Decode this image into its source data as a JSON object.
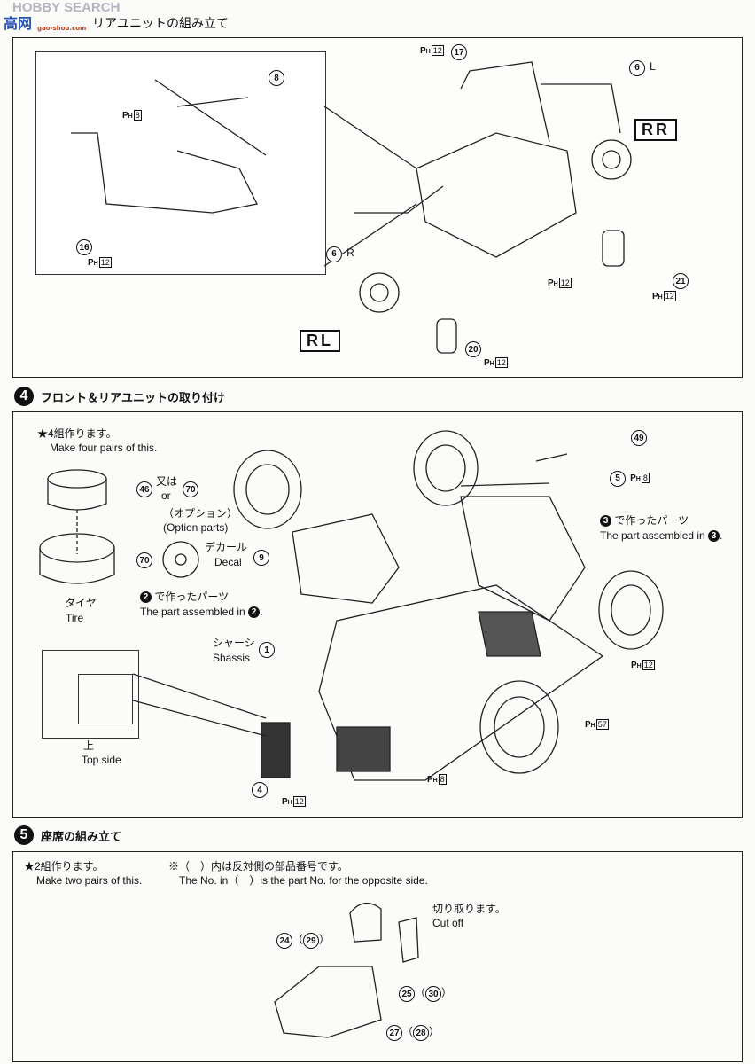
{
  "watermark": {
    "brand": "HOBBY SEARCH",
    "logo": "高网",
    "site": "gao-shou.com"
  },
  "ph": {
    "p": "P",
    "h": "H"
  },
  "step3": {
    "title": "リアユニットの組み立て",
    "labels": {
      "ph12_a": "12",
      "p17": "17",
      "p6l": "6",
      "l": "L",
      "rr": "RR",
      "p8": "8",
      "ph8": "8",
      "p16": "16",
      "ph12_b": "12",
      "p6r": "6",
      "r": "R",
      "ph12_c": "12",
      "p21": "21",
      "ph12_d": "12",
      "rl": "RL",
      "p20": "20",
      "ph12_e": "12"
    }
  },
  "step4": {
    "number": "4",
    "title": "フロント＆リアユニットの取り付け",
    "note_jp": "★4組作ります。",
    "note_en": "Make four pairs of this.",
    "p46": "46",
    "or_jp": "又は",
    "or_en": "or",
    "p70": "70",
    "option_jp": "（オプション）",
    "option_en": "(Option parts)",
    "p70b": "70",
    "decal_jp": "デカール",
    "decal_en": "Decal",
    "p9": "9",
    "tire_jp": "タイヤ",
    "tire_en": "Tire",
    "made2_jp": "で作ったパーツ",
    "made2_en": "The part assembled in",
    "ref2": "2",
    "shassis_jp": "シャーシ",
    "shassis_en": "Shassis",
    "p1": "1",
    "top_jp": "上",
    "top_en": "Top side",
    "p4": "4",
    "ph12_a": "12",
    "ph8": "8",
    "ph57": "57",
    "ph12_b": "12",
    "p49": "49",
    "p5": "5",
    "ph8_b": "8",
    "made3_jp": "で作ったパーツ",
    "made3_en": "The part assembled in",
    "ref3": "3"
  },
  "step5": {
    "number": "5",
    "title": "座席の組み立て",
    "note_jp": "★2組作ります。",
    "note_en": "Make two pairs of this.",
    "note2_jp": "※（　）内は反対側の部品番号です。",
    "note2_en": "The No. in（　）is the part No. for the opposite side.",
    "cut_jp": "切り取ります。",
    "cut_en": "Cut off",
    "p24": "24",
    "p29": "29",
    "p25": "25",
    "p30": "30",
    "p27": "27",
    "p28": "28"
  }
}
